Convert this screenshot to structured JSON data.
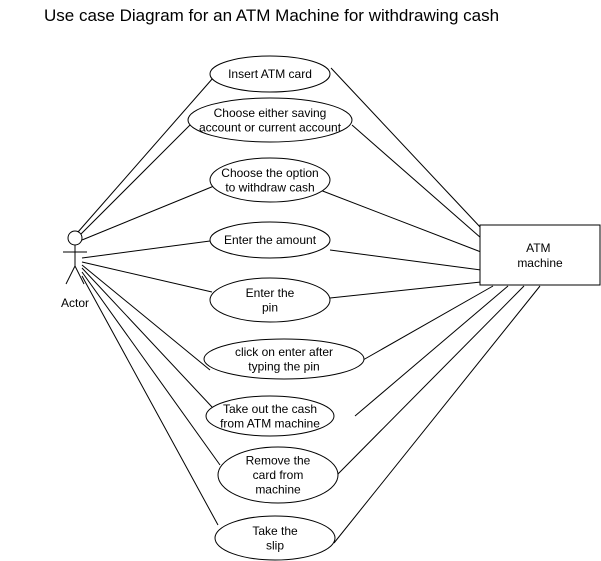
{
  "title": "Use case Diagram for an ATM Machine for withdrawing cash",
  "actor": {
    "label": "Actor"
  },
  "system": {
    "lines": [
      "ATM",
      "machine"
    ]
  },
  "use_cases": [
    {
      "id": "insert-card",
      "lines": [
        "Insert ATM card"
      ]
    },
    {
      "id": "choose-account",
      "lines": [
        "Choose either saving",
        "account or current account"
      ]
    },
    {
      "id": "choose-withdraw",
      "lines": [
        "Choose the option",
        "to withdraw cash"
      ]
    },
    {
      "id": "enter-amount",
      "lines": [
        "Enter the amount"
      ]
    },
    {
      "id": "enter-pin",
      "lines": [
        "Enter the",
        "pin"
      ]
    },
    {
      "id": "click-enter",
      "lines": [
        "click on enter after",
        "typing the pin"
      ]
    },
    {
      "id": "take-cash",
      "lines": [
        "Take out the cash",
        "from ATM machine"
      ]
    },
    {
      "id": "remove-card",
      "lines": [
        "Remove the",
        "card from",
        "machine"
      ]
    },
    {
      "id": "take-slip",
      "lines": [
        "Take the",
        "slip"
      ]
    }
  ]
}
